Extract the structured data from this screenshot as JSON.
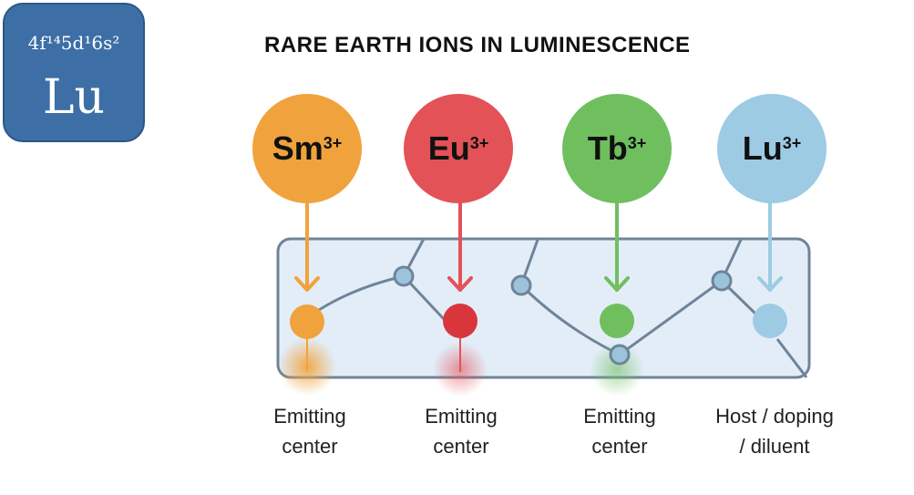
{
  "element_tile": {
    "configuration": "4f¹⁴5d¹6s²",
    "symbol": "Lu"
  },
  "title": "RARE EARTH IONS IN LUMINESCENCE",
  "ions": [
    {
      "symbol": "Sm",
      "charge": "3+",
      "color": "#f0a33c",
      "label_line1": "Emitting",
      "label_line2": "center"
    },
    {
      "symbol": "Eu",
      "charge": "3+",
      "color": "#e35257",
      "label_line1": "Emitting",
      "label_line2": "center"
    },
    {
      "symbol": "Tb",
      "charge": "3+",
      "color": "#6fbf5f",
      "label_line1": "Emitting",
      "label_line2": "center"
    },
    {
      "symbol": "Lu",
      "charge": "3+",
      "color": "#9ccbe3",
      "label_line1": "Host / doping",
      "label_line2": "/ diluent"
    }
  ]
}
